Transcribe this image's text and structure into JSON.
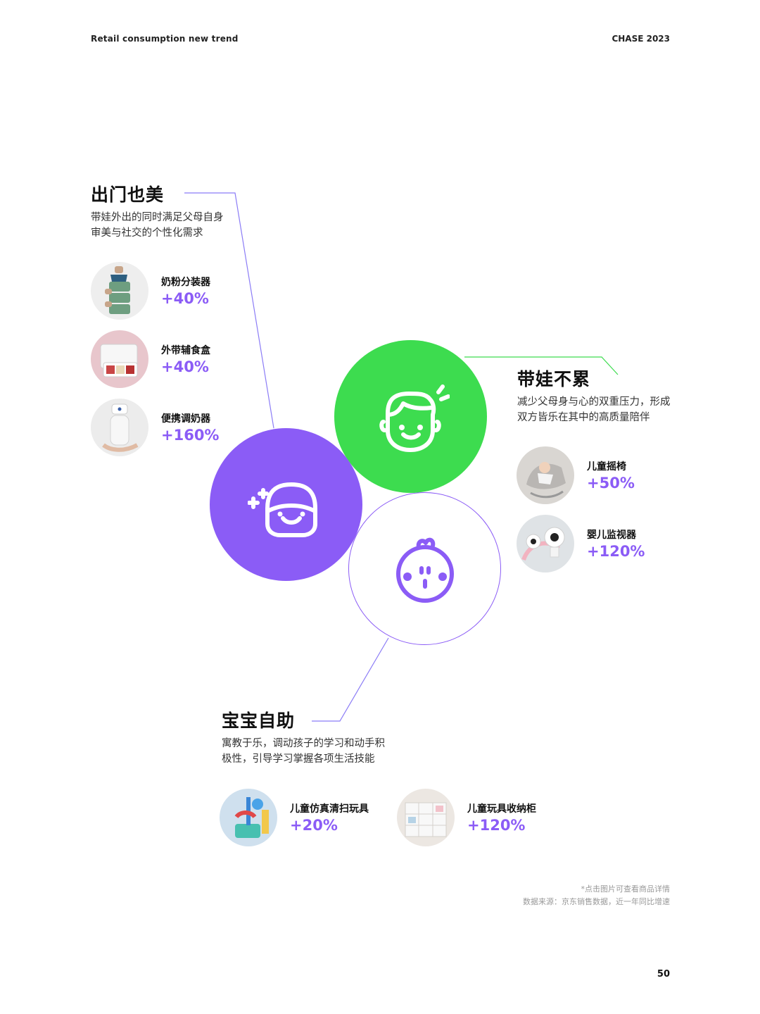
{
  "header": {
    "left": "Retail consumption new trend",
    "right": "CHASE 2023"
  },
  "colors": {
    "purple": "#8b5cf6",
    "green": "#3ddc4f",
    "text": "#1a1a1a"
  },
  "sections": {
    "outing": {
      "title": "出门也美",
      "desc": [
        "带娃外出的同时满足父母自身",
        "审美与社交的个性化需求"
      ],
      "products": [
        {
          "name": "奶粉分装器",
          "pct": "+40%"
        },
        {
          "name": "外带辅食盒",
          "pct": "+40%"
        },
        {
          "name": "便携调奶器",
          "pct": "+160%"
        }
      ]
    },
    "easy": {
      "title": "带娃不累",
      "desc": [
        "减少父母身与心的双重压力，形成",
        "双方皆乐在其中的高质量陪伴"
      ],
      "products": [
        {
          "name": "儿童摇椅",
          "pct": "+50%"
        },
        {
          "name": "婴儿监视器",
          "pct": "+120%"
        }
      ]
    },
    "self": {
      "title": "宝宝自助",
      "desc": [
        "寓教于乐，调动孩子的学习和动手积",
        "极性，引导学习掌握各项生活技能"
      ],
      "products": [
        {
          "name": "儿童仿真清扫玩具",
          "pct": "+20%"
        },
        {
          "name": "儿童玩具收纳柜",
          "pct": "+120%"
        }
      ]
    }
  },
  "icons": [
    "baby-hat-face-icon",
    "baby-hair-face-icon",
    "baby-face-icon"
  ],
  "notes": {
    "line1": "*点击图片可查看商品详情",
    "line2": "数据来源：京东销售数据，近一年同比增速"
  },
  "page_number": "50"
}
